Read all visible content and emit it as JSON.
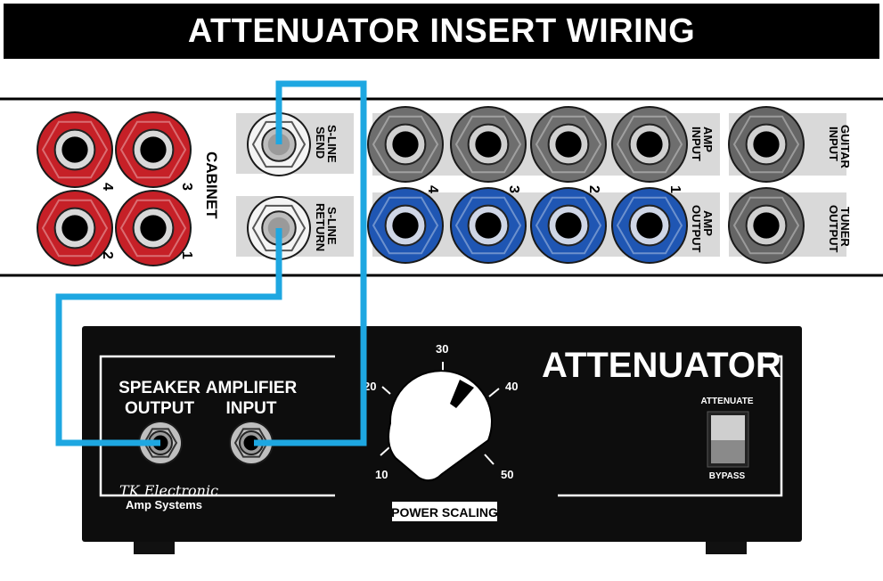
{
  "title": "ATTENUATOR INSERT WIRING",
  "patch_panel": {
    "cabinet": {
      "label": "CABINET",
      "jack_numbers": [
        "4",
        "3",
        "2",
        "1"
      ],
      "color": "#c62027"
    },
    "s_line_send": {
      "line1": "S-LINE",
      "line2": "SEND"
    },
    "s_line_return": {
      "line1": "S-LINE",
      "line2": "RETURN"
    },
    "amp_input": {
      "line1": "AMP",
      "line2": "INPUT",
      "color": "#6e6e6e"
    },
    "amp_output": {
      "line1": "AMP",
      "line2": "OUTPUT",
      "color": "#1f56b3"
    },
    "channel_numbers": [
      "4",
      "3",
      "2",
      "1"
    ],
    "guitar_input": {
      "line1": "GUITAR",
      "line2": "INPUT"
    },
    "tuner_output": {
      "line1": "TUNER",
      "line2": "OUTPUT"
    }
  },
  "attenuator": {
    "name": "ATTENUATOR",
    "speaker_output": {
      "line1": "SPEAKER",
      "line2": "OUTPUT"
    },
    "amplifier_input": {
      "line1": "AMPLIFIER",
      "line2": "INPUT"
    },
    "brand_line1": "TK Electronic",
    "brand_line2": "Amp Systems",
    "knob_label": "POWER SCALING",
    "knob_scale": [
      "10",
      "20",
      "30",
      "40",
      "50"
    ],
    "switch_top": "ATTENUATE",
    "switch_bottom": "BYPASS"
  },
  "colors": {
    "cable": "#1ea7e1",
    "chassis": "#0d0d0d",
    "panel_band": "#d9d9d9"
  }
}
